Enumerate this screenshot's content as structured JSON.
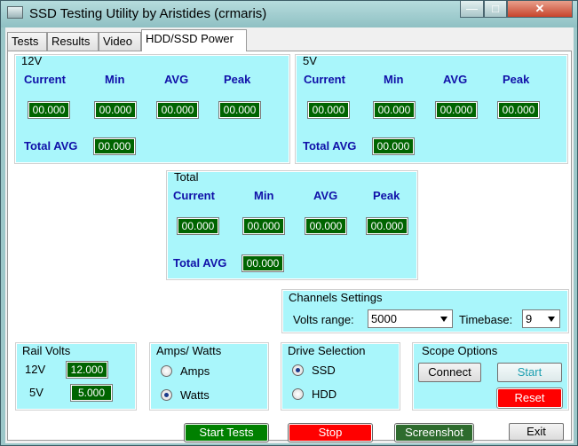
{
  "window": {
    "title": "SSD Testing Utility by Aristides (crmaris)",
    "min_glyph": "—",
    "max_glyph": "□",
    "close_glyph": "✕"
  },
  "tabs": [
    "Tests",
    "Results",
    "Video",
    "HDD/SSD Power"
  ],
  "rail12": {
    "title": "12V",
    "current_label": "Current",
    "min_label": "Min",
    "avg_label": "AVG",
    "peak_label": "Peak",
    "current": "00.000",
    "min": "00.000",
    "avg": "00.000",
    "peak": "00.000",
    "total_label": "Total AVG",
    "total": "00.000"
  },
  "rail5": {
    "title": "5V",
    "current_label": "Current",
    "min_label": "Min",
    "avg_label": "AVG",
    "peak_label": "Peak",
    "current": "00.000",
    "min": "00.000",
    "avg": "00.000",
    "peak": "00.000",
    "total_label": "Total AVG",
    "total": "00.000"
  },
  "total": {
    "title": "Total",
    "current_label": "Current",
    "min_label": "Min",
    "avg_label": "AVG",
    "peak_label": "Peak",
    "current": "00.000",
    "min": "00.000",
    "avg": "00.000",
    "peak": "00.000",
    "total_label": "Total AVG",
    "total": "00.000"
  },
  "channels": {
    "title": "Channels Settings",
    "volts_label": "Volts range:",
    "volts_value": "5000",
    "timebase_label": "Timebase:",
    "timebase_value": "9"
  },
  "rail_volts": {
    "title": "Rail Volts",
    "v12_label": "12V",
    "v12_value": "12.000",
    "v5_label": "5V",
    "v5_value": "5.000"
  },
  "amps_watts": {
    "title": "Amps/ Watts",
    "amps_label": "Amps",
    "watts_label": "Watts",
    "selected": "Watts"
  },
  "drive": {
    "title": "Drive Selection",
    "ssd_label": "SSD",
    "hdd_label": "HDD",
    "selected": "SSD"
  },
  "scope": {
    "title": "Scope Options",
    "connect_label": "Connect",
    "start_label": "Start",
    "reset_label": "Reset"
  },
  "bottom": {
    "start_tests": "Start Tests",
    "stop": "Stop",
    "screenshot": "Screenshot",
    "exit": "Exit"
  },
  "colors": {
    "panel": "#a9f6fb",
    "value_bg": "#006400",
    "header_text": "#1010a8",
    "start_btn": "#008000",
    "stop_btn": "#ff0000",
    "screenshot_btn": "#2e6b2e"
  }
}
